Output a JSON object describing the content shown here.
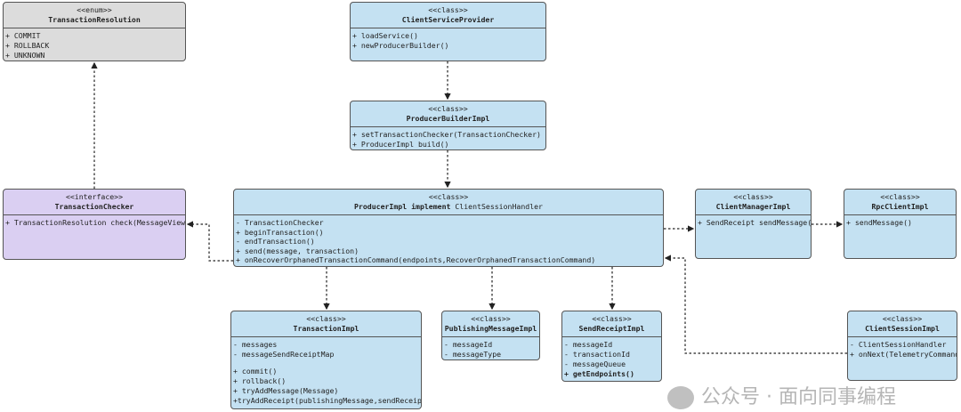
{
  "classes": {
    "transaction_resolution": {
      "stereotype": "<<enum>>",
      "name": "TransactionResolution",
      "members": [
        "+ COMMIT",
        "+ ROLLBACK",
        "+ UNKNOWN"
      ]
    },
    "client_service_provider": {
      "stereotype": "<<class>>",
      "name": "ClientServiceProvider",
      "members": [
        "+ loadService()",
        "+ newProducerBuilder()"
      ]
    },
    "producer_builder_impl": {
      "stereotype": "<<class>>",
      "name": "ProducerBuilderImpl",
      "members": [
        "+ setTransactionChecker(TransactionChecker)",
        "+ ProducerImpl build()"
      ]
    },
    "transaction_checker": {
      "stereotype": "<<interface>>",
      "name": "TransactionChecker",
      "members": [
        "+ TransactionResolution check(MessageView)"
      ]
    },
    "producer_impl": {
      "stereotype": "<<class>>",
      "name": "ProducerImpl implement",
      "name_suffix": "ClientSessionHandler",
      "members": [
        "- TransactionChecker",
        "+ beginTransaction()",
        "- endTransaction()",
        "+ send(message, transaction)",
        "+ onRecoverOrphanedTransactionCommand(endpoints,RecoverOrphanedTransactionCommand)"
      ]
    },
    "client_manager_impl": {
      "stereotype": "<<class>>",
      "name": "ClientManagerImpl",
      "members": [
        "+ SendReceipt sendMessage()"
      ]
    },
    "rpc_client_impl": {
      "stereotype": "<<class>>",
      "name": "RpcClientImpl",
      "members": [
        "+ sendMessage()"
      ]
    },
    "transaction_impl": {
      "stereotype": "<<class>>",
      "name": "TransactionImpl",
      "fields": [
        "- messages",
        "- messageSendReceiptMap"
      ],
      "methods": [
        "+ commit()",
        "+ rollback()",
        "+ tryAddMessage(Message)",
        "+tryAddReceipt(publishingMessage,sendReceipt)"
      ]
    },
    "publishing_message_impl": {
      "stereotype": "<<class>>",
      "name": "PublishingMessageImpl",
      "members": [
        "- messageId",
        "- messageType"
      ]
    },
    "send_receipt_impl": {
      "stereotype": "<<class>>",
      "name": "SendReceiptImpl",
      "members": [
        "- messageId",
        "- transactionId",
        "- messageQueue",
        "+ getEndpoints()"
      ]
    },
    "client_session_impl": {
      "stereotype": "<<class>>",
      "name": "ClientSessionImpl",
      "members": [
        "- ClientSessionHandler",
        "+ onNext(TelemetryCommand)"
      ]
    }
  },
  "colors": {
    "class": "#c4e1f2",
    "enum": "#dcdcdc",
    "interface": "#dacff2"
  },
  "watermark": "公众号 · 面向同事编程"
}
